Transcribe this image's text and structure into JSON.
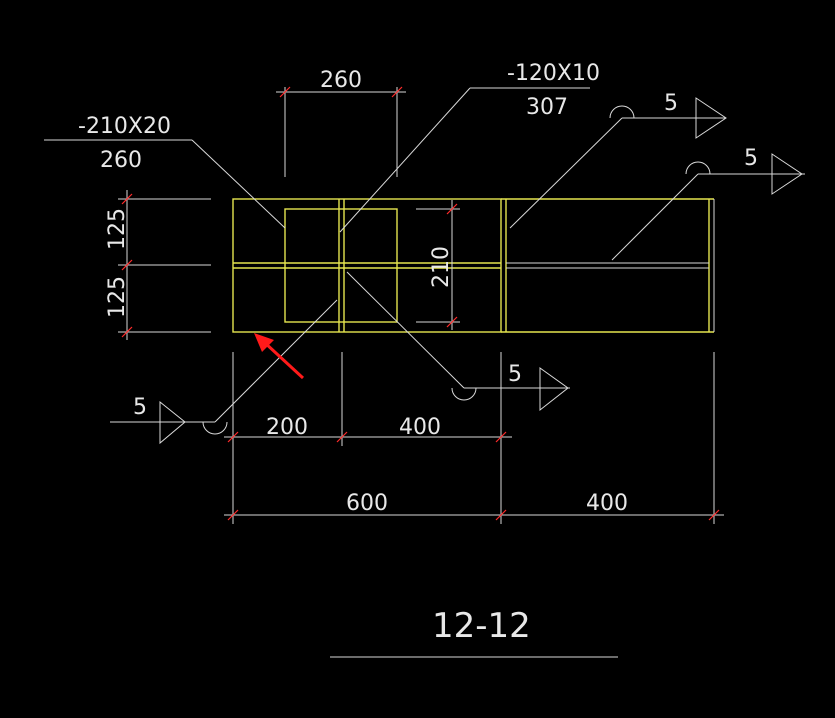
{
  "colors": {
    "background": "#000000",
    "dimension": "#d9d9d9",
    "plate": "#e5e54f",
    "tick": "#ff2a2a",
    "arrow": "#ff1a1a"
  },
  "section_title": "12-12",
  "plate_callouts": {
    "left_spec": "-210X20",
    "left_len": "260",
    "right_spec": "-120X10",
    "right_len": "307"
  },
  "weld_sizes": {
    "top_right_1": "5",
    "top_right_2": "5",
    "bottom_mid": "5",
    "bottom_left": "5"
  },
  "dimensions": {
    "top_width": "260",
    "left_upper": "125",
    "left_lower": "125",
    "inner_height": "210",
    "bottom_200": "200",
    "bottom_400": "400",
    "total_600": "600",
    "total_400": "400"
  }
}
